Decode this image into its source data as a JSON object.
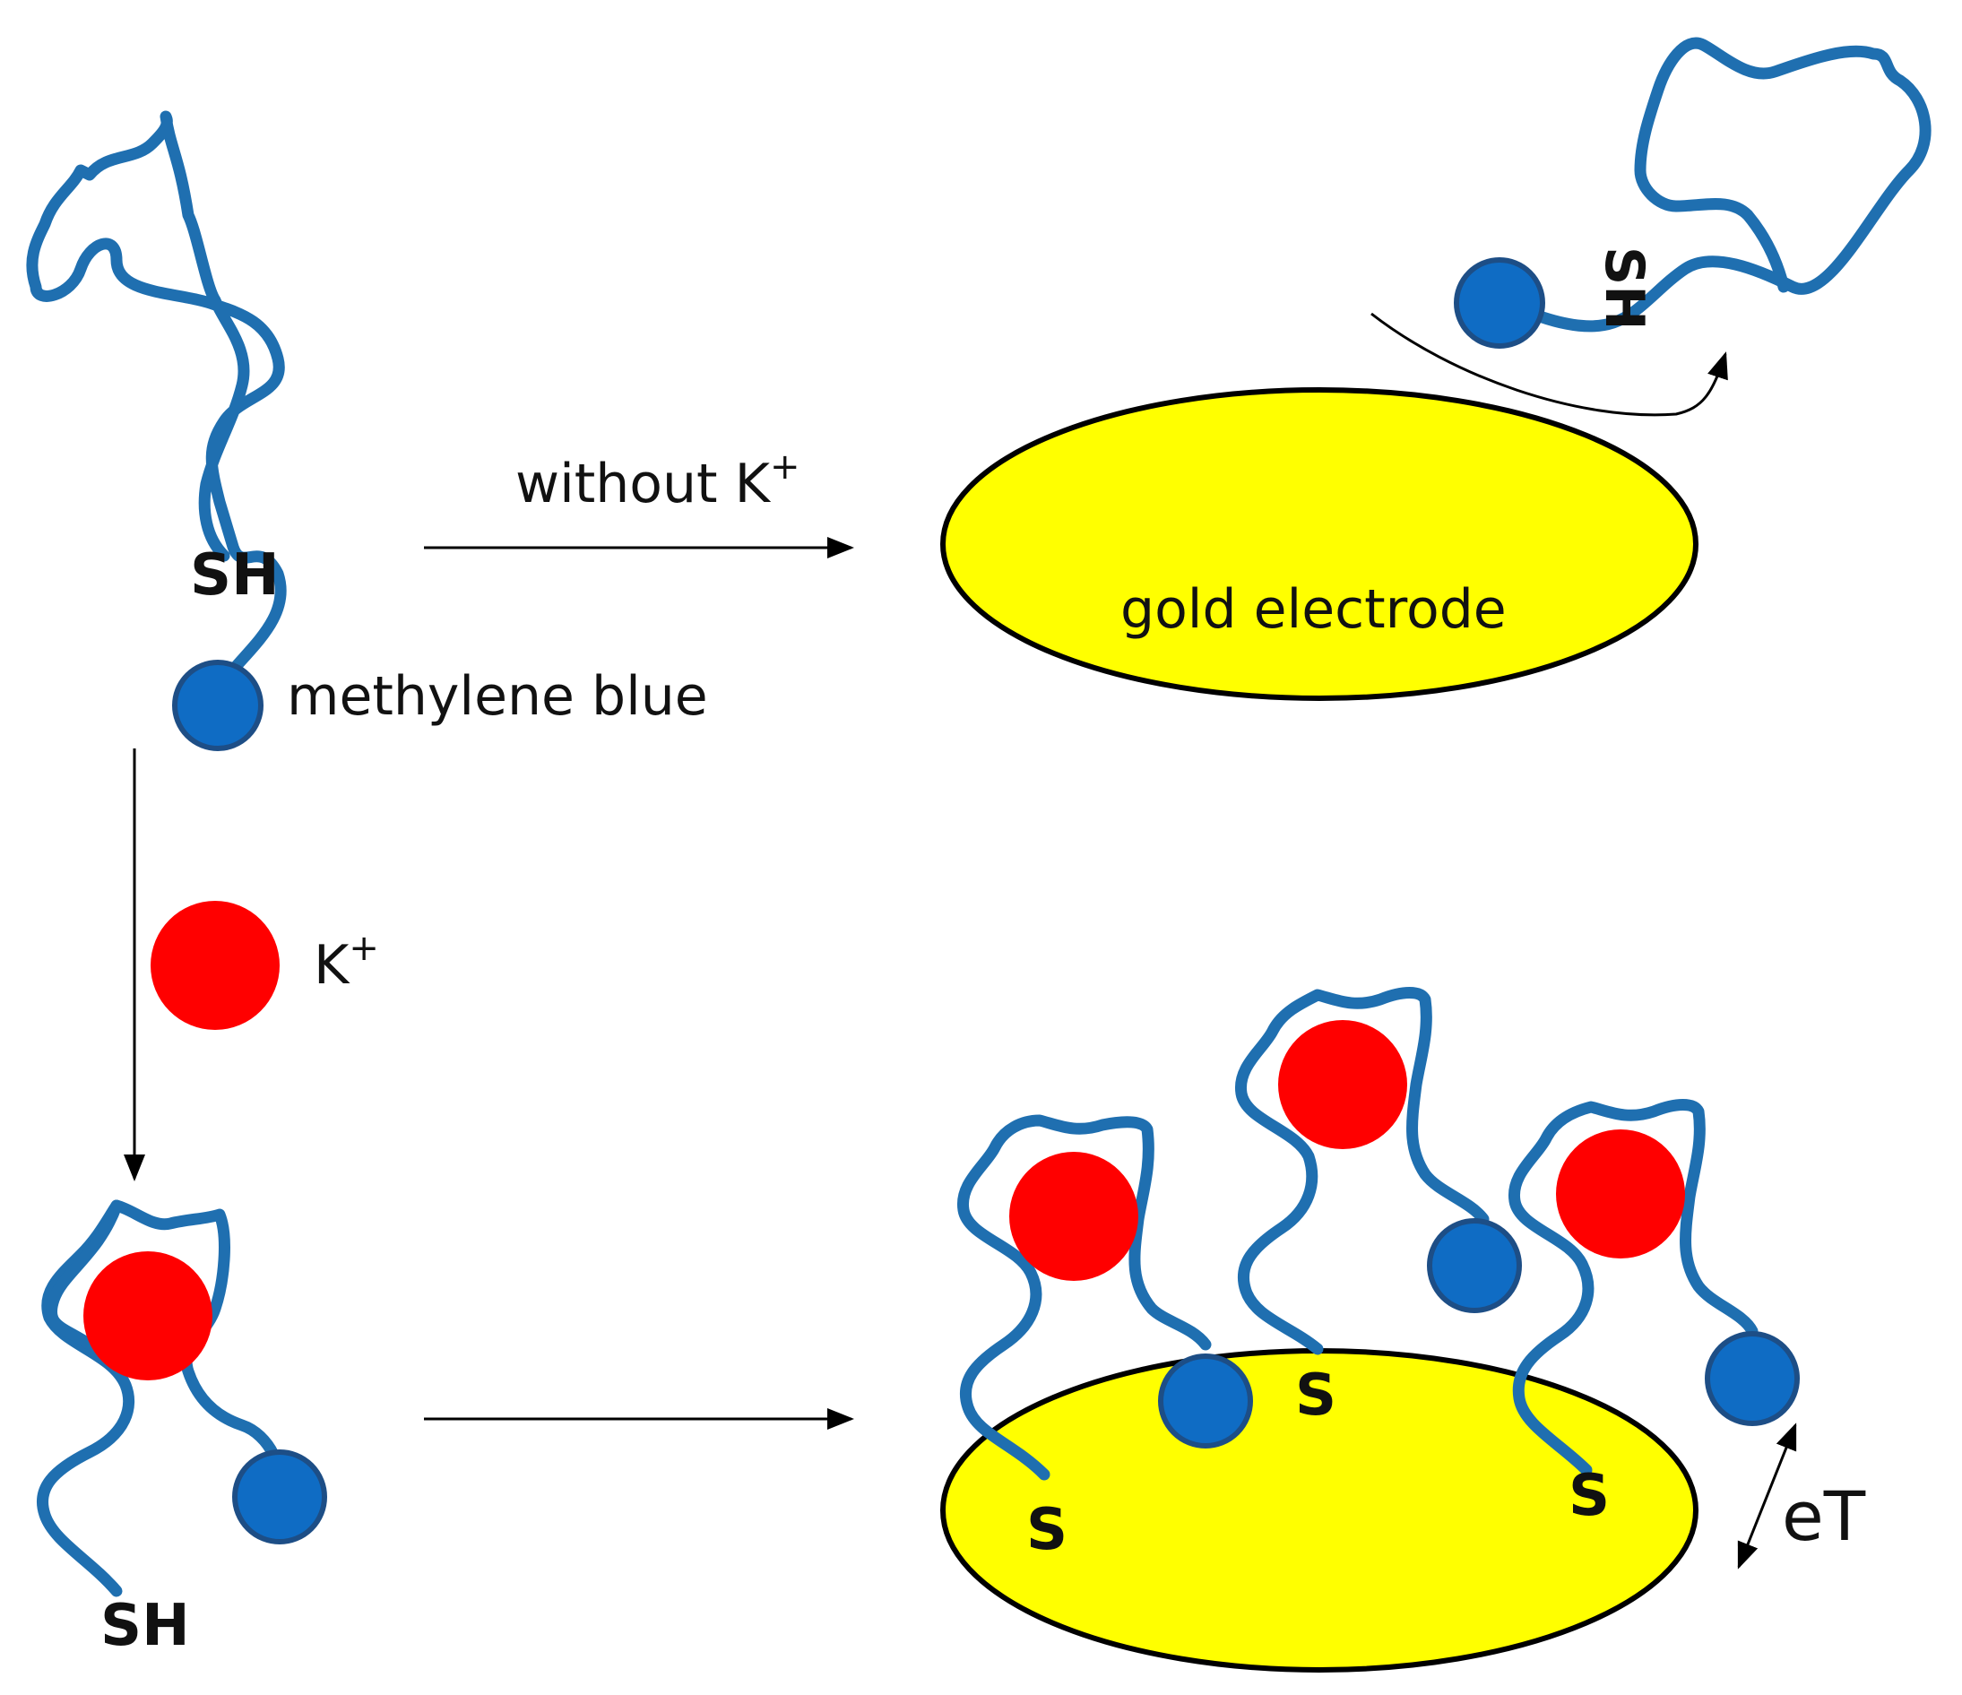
{
  "labels": {
    "methylene_blue": "methylene blue",
    "k_ion": "K",
    "k_ion_sup": "+",
    "without_k": "without K",
    "without_k_sup": "+",
    "gold_electrode": "gold electrode",
    "thiol": "SH",
    "sulfur": "S",
    "electron_transfer": "eT"
  },
  "colors": {
    "strand": "#1f6fb0",
    "methylene_blue": "#0f6cc4",
    "potassium_ion": "#ff0000",
    "gold": "#ffff00",
    "outline": "#000000"
  }
}
